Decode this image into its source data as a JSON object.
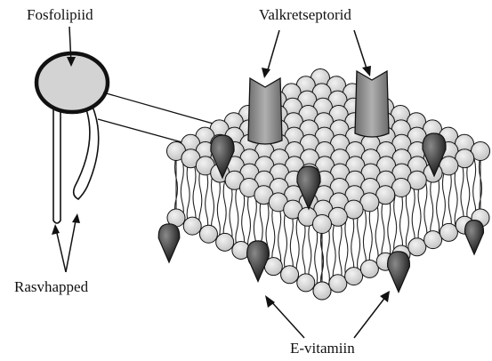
{
  "labels": {
    "phospholipid": "Fosfolipiid",
    "protein_receptors": "Valkretseptorid",
    "fatty_acids": "Rasvhapped",
    "vitamin_e": "E-vitamiin"
  },
  "colors": {
    "head_fill": "#d3d3d3",
    "protein": "#8a8a8a",
    "vitamin_e": "#3a3a3a",
    "outline": "#111111",
    "background": "#ffffff"
  }
}
